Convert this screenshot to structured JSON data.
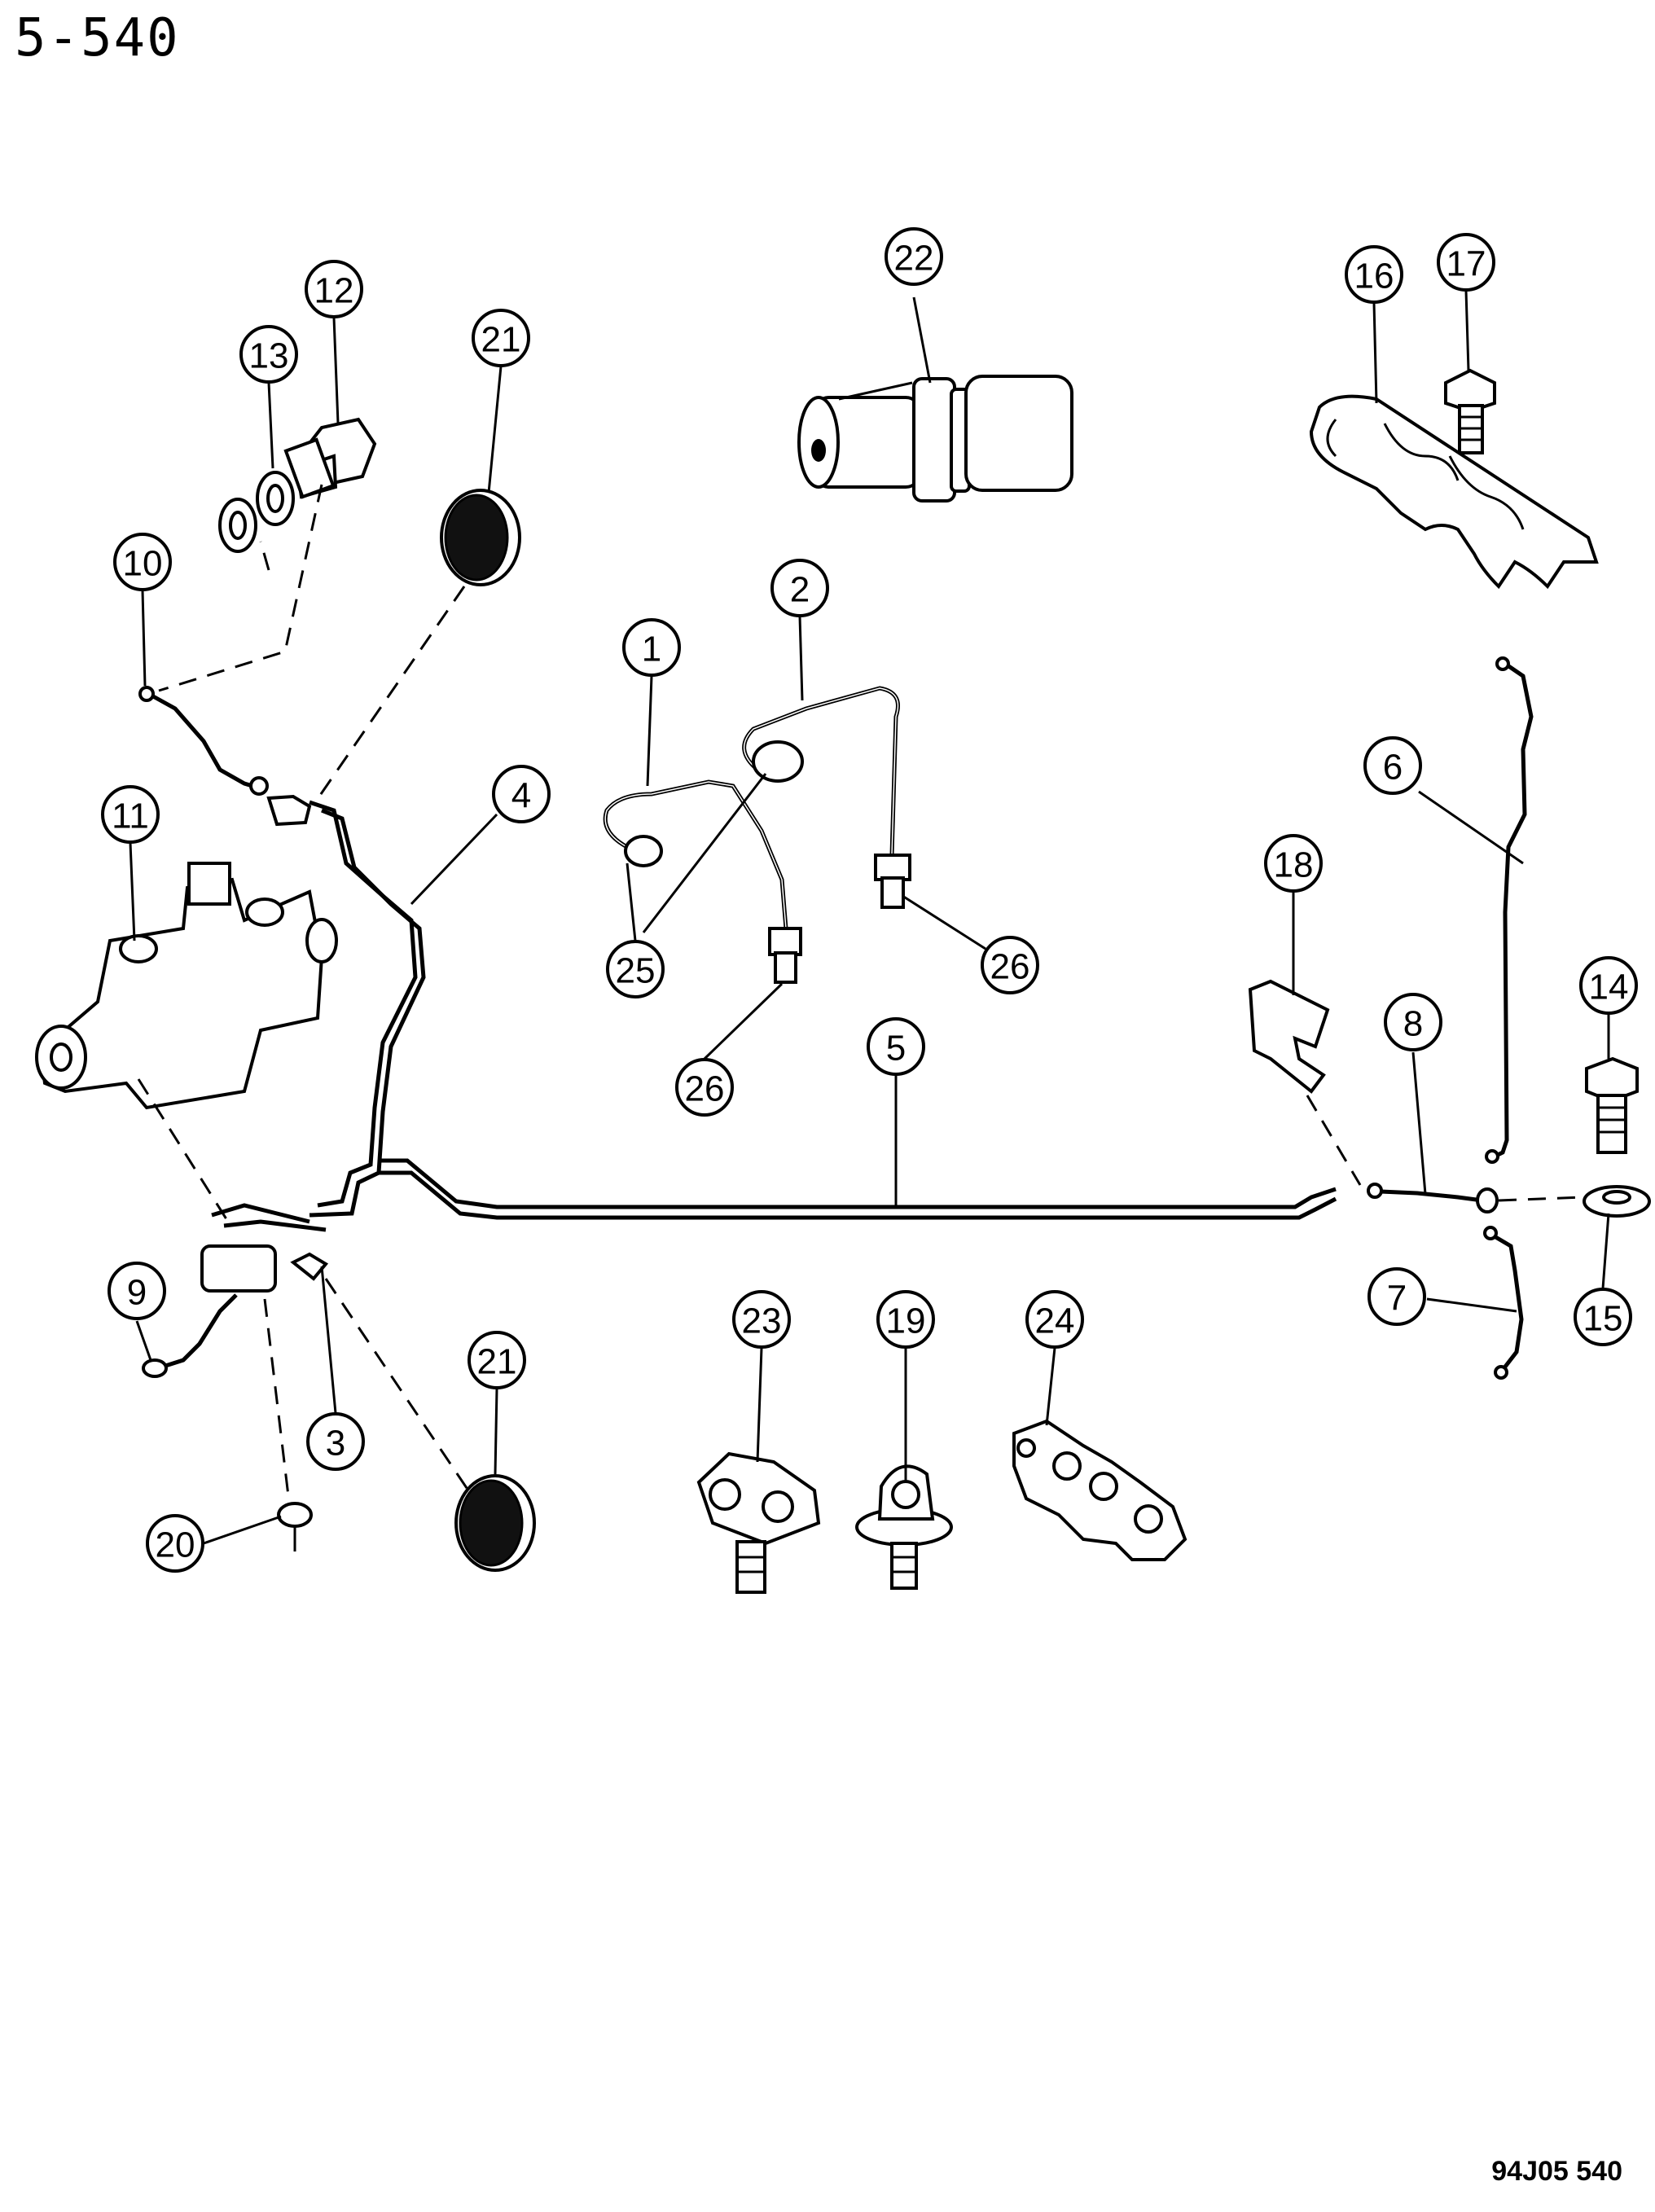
{
  "page_title": "5-540",
  "figure_code": "94J05 540",
  "callouts": [
    {
      "id": "c1",
      "label": "1"
    },
    {
      "id": "c2",
      "label": "2"
    },
    {
      "id": "c3",
      "label": "3"
    },
    {
      "id": "c4",
      "label": "4"
    },
    {
      "id": "c5",
      "label": "5"
    },
    {
      "id": "c6",
      "label": "6"
    },
    {
      "id": "c7",
      "label": "7"
    },
    {
      "id": "c8",
      "label": "8"
    },
    {
      "id": "c9",
      "label": "9"
    },
    {
      "id": "c10",
      "label": "10"
    },
    {
      "id": "c11",
      "label": "11"
    },
    {
      "id": "c12",
      "label": "12"
    },
    {
      "id": "c13",
      "label": "13"
    },
    {
      "id": "c14",
      "label": "14"
    },
    {
      "id": "c15",
      "label": "15"
    },
    {
      "id": "c16",
      "label": "16"
    },
    {
      "id": "c17",
      "label": "17"
    },
    {
      "id": "c18",
      "label": "18"
    },
    {
      "id": "c19",
      "label": "19"
    },
    {
      "id": "c20",
      "label": "20"
    },
    {
      "id": "c21a",
      "label": "21"
    },
    {
      "id": "c21b",
      "label": "21"
    },
    {
      "id": "c22",
      "label": "22"
    },
    {
      "id": "c23",
      "label": "23"
    },
    {
      "id": "c24",
      "label": "24"
    },
    {
      "id": "c25",
      "label": "25"
    },
    {
      "id": "c26a",
      "label": "26"
    },
    {
      "id": "c26b",
      "label": "26"
    }
  ]
}
